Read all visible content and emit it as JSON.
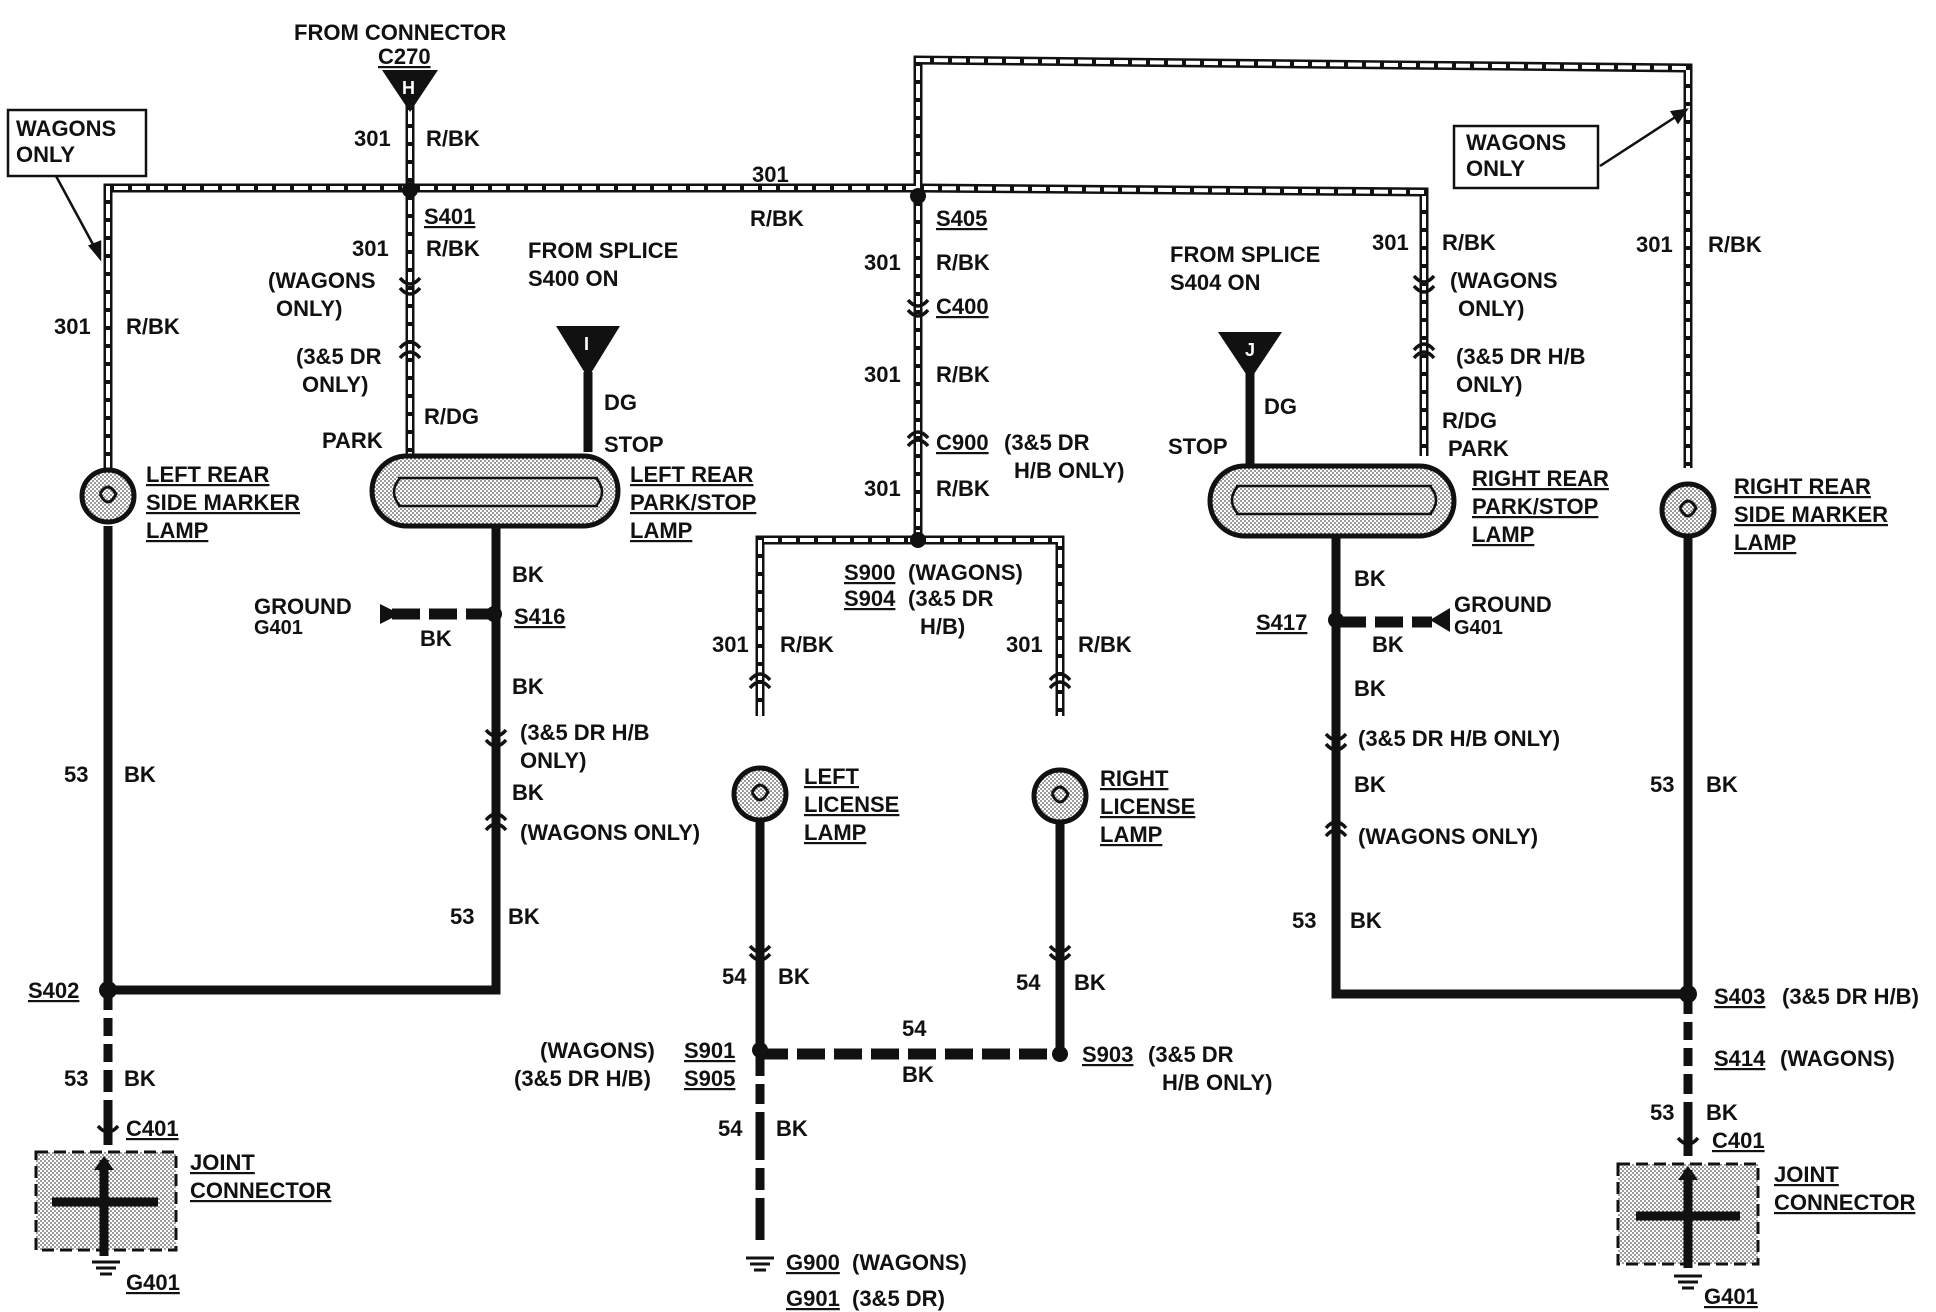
{
  "colors": {
    "ink": "#111111",
    "fill": "#cfcfcf",
    "paper": "#ffffff"
  },
  "wire": {
    "w301": "301",
    "w53": "53",
    "w54": "54",
    "rbk": "R/BK",
    "bk": "BK",
    "rdg": "R/DG",
    "dg": "DG",
    "park": "PARK",
    "stop": "STOP"
  },
  "labels": {
    "from_connector": "FROM CONNECTOR",
    "c270": "C270",
    "conn_h": "H",
    "wagons_only_box": [
      "WAGONS",
      "ONLY"
    ],
    "s401": "S401",
    "s405": "S405",
    "s402": "S402",
    "s403": "S403",
    "s414": "S414",
    "s416": "S416",
    "s417": "S417",
    "s900": "S900",
    "s904": "S904",
    "s901": "S901",
    "s905": "S905",
    "s903": "S903",
    "c400": "C400",
    "c900": "C900",
    "c401": "C401",
    "g401": "G401",
    "g900": "G900",
    "g901": "G901",
    "ground": "GROUND",
    "from_splice_s400": [
      "FROM SPLICE",
      "S400 ON"
    ],
    "from_splice_s404": [
      "FROM SPLICE",
      "S404 ON"
    ],
    "conn_i": "I",
    "conn_j": "J",
    "wagons_only_paren": [
      "(WAGONS",
      "ONLY)"
    ],
    "wagons_only_paren_r": [
      "(WAGONS",
      "ONLY)"
    ],
    "dr35_only": [
      "(3&5 DR",
      "ONLY)"
    ],
    "dr35_hb_only_r": [
      "(3&5 DR H/B",
      "ONLY)"
    ],
    "c900_note": [
      "(3&5 DR",
      "H/B ONLY)"
    ],
    "s900_note": "(WAGONS)",
    "s904_note": [
      "(3&5 DR",
      "H/B)"
    ],
    "dr35_hb_only_left": [
      "(3&5 DR H/B",
      "ONLY)"
    ],
    "wagons_only_one": "(WAGONS ONLY)",
    "dr35_hb_only_one": "(3&5 DR H/B ONLY)",
    "s901_note": "(WAGONS)",
    "s905_note": "(3&5 DR H/B)",
    "s903_note": [
      "(3&5 DR",
      "H/B ONLY)"
    ],
    "s403_note": "(3&5 DR H/B)",
    "s414_note": "(WAGONS)",
    "g900_note": "(WAGONS)",
    "g901_note": "(3&5 DR)",
    "left_rear_side_marker": [
      "LEFT REAR",
      "SIDE MARKER",
      "LAMP"
    ],
    "left_rear_park_stop": [
      "LEFT REAR",
      "PARK/STOP",
      "LAMP"
    ],
    "right_rear_park_stop": [
      "RIGHT REAR",
      "PARK/STOP",
      "LAMP"
    ],
    "right_rear_side_marker": [
      "RIGHT REAR",
      "SIDE MARKER",
      "LAMP"
    ],
    "left_license": [
      "LEFT",
      "LICENSE",
      "LAMP"
    ],
    "right_license": [
      "RIGHT",
      "LICENSE",
      "LAMP"
    ],
    "joint_connector": [
      "JOINT",
      "CONNECTOR"
    ]
  }
}
